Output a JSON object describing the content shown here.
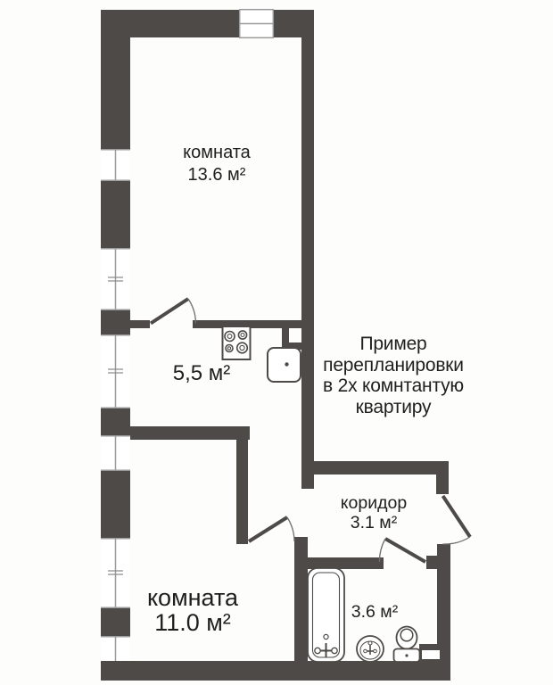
{
  "note": {
    "lines": [
      "Пример",
      "перепланировки",
      "в 2х комнтантую",
      "квартиру"
    ]
  },
  "rooms": {
    "top_room": {
      "name": "комната",
      "area": "13.6 м²"
    },
    "kitchen": {
      "area": "5,5 м²"
    },
    "corridor": {
      "name": "коридор",
      "area": "3.1 м²"
    },
    "bottom_room": {
      "name": "комната",
      "area": "11.0 м²"
    },
    "bathroom": {
      "area": "3.6 м²"
    }
  },
  "colors": {
    "wall": "#4d4a47",
    "text": "#1f1f1f",
    "background": "#fdfdfc",
    "window_line": "#9b9b9b"
  },
  "fixtures": [
    "stove-icon",
    "kitchen-sink-icon",
    "bathtub-icon",
    "wash-basin-icon",
    "toilet-icon"
  ]
}
